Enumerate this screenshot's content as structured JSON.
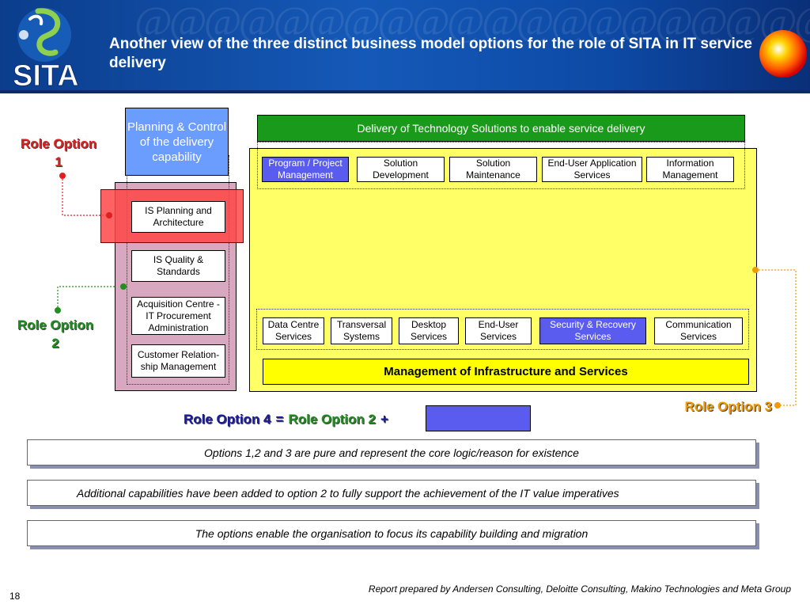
{
  "header": {
    "title": "Another view of the three distinct business model options for the role of SITA in IT service delivery",
    "logo_text": "SITA",
    "pattern": "@@@@@@@@@@@@@@@@@@@@@@@@@@@@@@@@@@"
  },
  "planning": {
    "label": "Planning & Control of the delivery capability"
  },
  "role_labels": {
    "option1": "Role Option 1",
    "option2": "Role Option 2",
    "option3": "Role Option 3"
  },
  "left_column": [
    "IS Planning and Architecture",
    "IS Quality & Standards",
    "Acquisition Centre - IT Procurement Administration",
    "Customer Relation-ship Management"
  ],
  "delivery_banner": "Delivery of Technology Solutions to enable service delivery",
  "solutions": [
    "Program / Project Management",
    "Solution Development",
    "Solution Maintenance",
    "End-User Application Services",
    "Information Management"
  ],
  "infra_services": [
    "Data Centre Services",
    "Transversal Systems",
    "Desktop Services",
    "End-User Services",
    "Security & Recovery Services",
    "Communication Services"
  ],
  "infra_banner": "Management of Infrastructure and Services",
  "formula": {
    "lhs": "Role Option 4",
    "eq": "=",
    "rhs": "Role Option 2",
    "plus": "+"
  },
  "notes": [
    "Options 1,2 and 3 are pure and represent the core logic/reason for existence",
    "Additional capabilities have been added to option 2 to fully support the achievement of the IT value imperatives",
    "The options enable the organisation to focus its capability building and migration"
  ],
  "footer": {
    "page_number": "18",
    "credit": "Report prepared by Andersen Consulting, Deloitte Consulting, Makino Technologies and Meta Group"
  },
  "colors": {
    "header_blue": "#1559b8",
    "banner_green": "#1a9a1a",
    "yellow": "#ffff66",
    "mauve": "#d8a8c0",
    "red_overlay": "#ff4d4d",
    "highlight_blue": "#5a5cf0",
    "planning_blue": "#6b9cff",
    "role1_red": "#e02020",
    "role2_green": "#1f8f1f",
    "role3_orange": "#f29a00",
    "role4_blue": "#1a1aa0"
  }
}
